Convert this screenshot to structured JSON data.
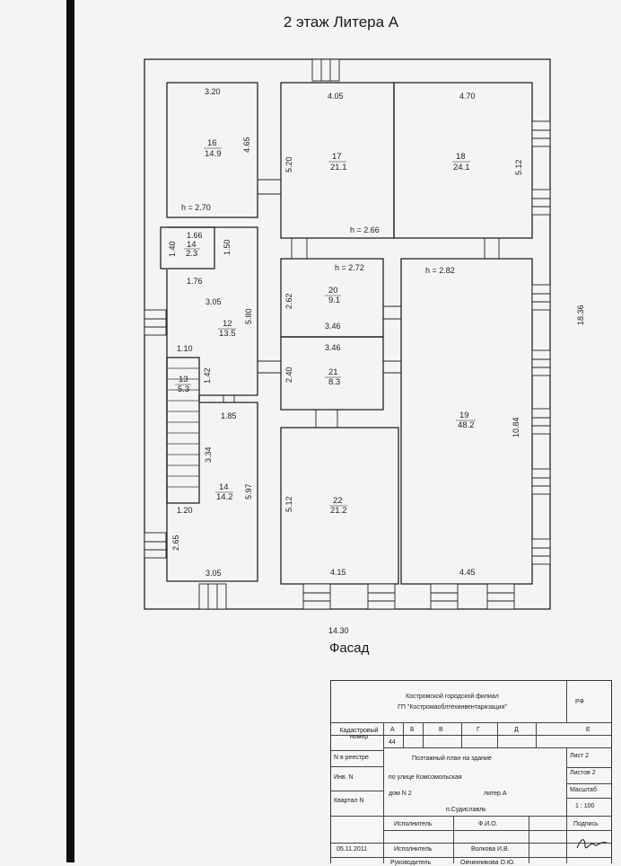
{
  "page": {
    "title": "2 этаж Литера А",
    "facade_label": "Фасад",
    "overall_width": "14.30",
    "overall_height": "18.36"
  },
  "dimensions": {
    "r16_top": "3.20",
    "r16_right": "4.65",
    "r16_h": "h = 2.70",
    "r17_top": "4.05",
    "r17_left": "5.20",
    "h_266": "h = 2.66",
    "r18_top": "4.70",
    "r18_right": "5.12",
    "r14a_top": "1.66",
    "r14a_left": "1.40",
    "r14a_right": "1.50",
    "r12_top": "1.76",
    "r12_inner": "3.05",
    "r12_right": "5.80",
    "r12_bottom": "1.10",
    "r13_right": "1.42",
    "r20_h": "h = 2.72",
    "r20_left": "2.62",
    "r20_bottom": "3.46",
    "r21_top": "3.46",
    "r21_left": "2.40",
    "r19_h": "h = 2.82",
    "r19_right": "10.84",
    "r14b_top": "1.85",
    "r14b_inner": "3.34",
    "r14b_right": "5.97",
    "r14b_bottom": "1.20",
    "stair_left": "2.65",
    "r15_bottom": "3.05",
    "r22_left": "5.12",
    "r22_bottom": "4.15",
    "r19_bottom": "4.45"
  },
  "rooms": [
    {
      "num": "16",
      "area": "14.9"
    },
    {
      "num": "17",
      "area": "21.1"
    },
    {
      "num": "18",
      "area": "24.1"
    },
    {
      "num": "14",
      "area": "2.3"
    },
    {
      "num": "12",
      "area": "13.5"
    },
    {
      "num": "13",
      "area": "5.3"
    },
    {
      "num": "20",
      "area": "9.1"
    },
    {
      "num": "21",
      "area": "8.3"
    },
    {
      "num": "19",
      "area": "48.2"
    },
    {
      "num": "14",
      "area": "14.2"
    },
    {
      "num": "22",
      "area": "21.2"
    }
  ],
  "stamp": {
    "org_line1": "Костромской городской филиал",
    "org_line2": "ГП \"Костромаоблтехинвентаризация\"",
    "rf": "РФ",
    "cadastral_label": "Кадастровый номер",
    "cols": [
      "А",
      "Б",
      "В",
      "Г",
      "Д",
      "Е"
    ],
    "col_a_value": "44",
    "registry_label": "N в реестре",
    "inv_label": "Инв. N",
    "block_label": "Квартал N",
    "plan_title": "Поэтажный план на здание",
    "street": "по улице  Комсомольская",
    "house": "дом N 2",
    "litera": "литер А",
    "town": "п.Судиславль",
    "sheet": "Лист 2",
    "sheets": "Листов 2",
    "scale_label": "Масштаб",
    "scale": "1 : 100",
    "executor_role": "Исполнитель",
    "fio_header": "Ф.И.О.",
    "signature_header": "Подпись",
    "date": "05.11.2011",
    "executor_role2": "Исполнитель",
    "executor_name": "Волкова И.В.",
    "head_role": "Руководитель",
    "head_name": "Овчинникова О.Ю."
  }
}
